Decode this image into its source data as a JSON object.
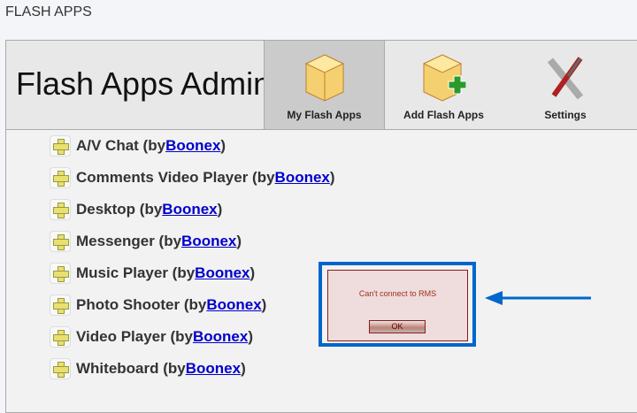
{
  "page_heading": "FLASH APPS",
  "header": {
    "title": "Flash Apps Admin",
    "tabs": [
      {
        "label": "My Flash Apps",
        "icon": "box-icon",
        "active": true
      },
      {
        "label": "Add Flash Apps",
        "icon": "box-add-icon"
      },
      {
        "label": "Settings",
        "icon": "tools-icon"
      }
    ]
  },
  "apps": [
    {
      "name": "A/V Chat (by ",
      "author": "Boonex"
    },
    {
      "name": "Comments Video Player (by ",
      "author": "Boonex"
    },
    {
      "name": "Desktop (by ",
      "author": "Boonex"
    },
    {
      "name": "Messenger (by ",
      "author": "Boonex"
    },
    {
      "name": "Music Player (by ",
      "author": "Boonex"
    },
    {
      "name": "Photo Shooter (by ",
      "author": "Boonex"
    },
    {
      "name": "Video Player (by ",
      "author": "Boonex"
    },
    {
      "name": "Whiteboard (by ",
      "author": "Boonex"
    }
  ],
  "dialog": {
    "message": "Can't connect to RMS",
    "ok_label": "OK"
  },
  "colors": {
    "highlight": "#0066cc",
    "dialog_bg": "#efdcdc"
  }
}
